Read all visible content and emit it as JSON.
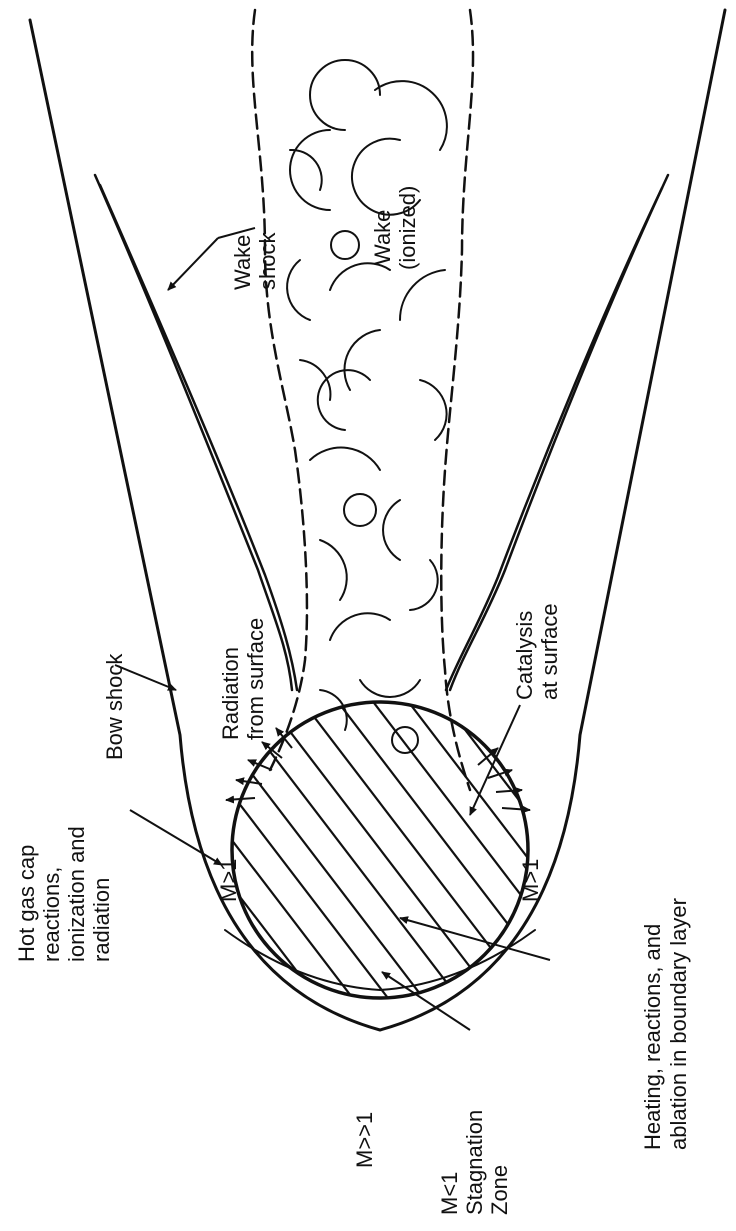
{
  "labels": {
    "bow_shock": "Bow shock",
    "wake_shock": [
      "Wake",
      "shock"
    ],
    "wake_ionized": [
      "Wake",
      "(ionized)"
    ],
    "radiation": [
      "Radiation",
      "from surface"
    ],
    "catalysis": [
      "Catalysis",
      "at surface"
    ],
    "hot_gas_cap": [
      "Hot gas cap",
      "reactions,",
      "ionization and",
      "radiation"
    ],
    "heating": [
      "Heating, reactions, and",
      "ablation in boundary layer"
    ],
    "stagnation": [
      "M<1",
      "Stagnation",
      "Zone"
    ],
    "mach_left": "M>1",
    "mach_right": "M>1",
    "mach_free": "M>>1"
  },
  "colors": {
    "ink": "#111111",
    "background": "#ffffff"
  }
}
